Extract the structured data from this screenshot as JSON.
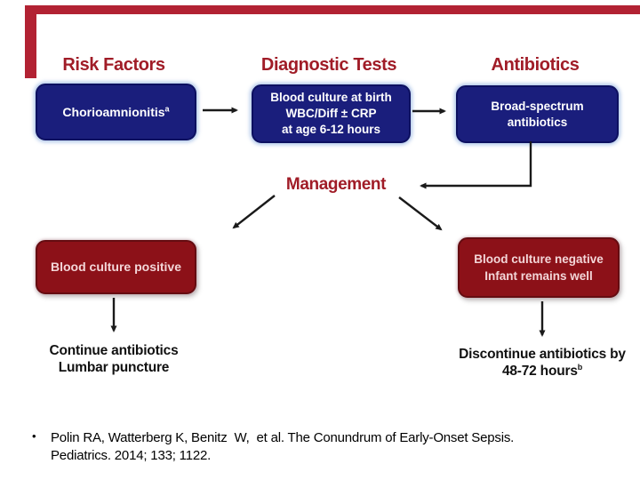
{
  "colors": {
    "accent_bar_red": "#b22233",
    "header_red": "#a01c27",
    "navy_box": "#1a1e7c",
    "maroon_box": "#8c1118",
    "arrow_black": "#1a1a1a"
  },
  "headers": {
    "risk_factors": "Risk Factors",
    "diagnostic_tests": "Diagnostic Tests",
    "antibiotics": "Antibiotics",
    "management": "Management"
  },
  "boxes": {
    "chorioamnionitis": {
      "text": "Chorioamnionitis",
      "sup": "a"
    },
    "blood_culture_birth": {
      "lines": [
        "Blood culture at birth",
        "WBC/Diff ± CRP",
        "at age 6-12 hours"
      ]
    },
    "broad_spectrum": {
      "lines": [
        "Broad-spectrum",
        "antibiotics"
      ]
    },
    "culture_positive": {
      "text": "Blood culture positive"
    },
    "culture_negative": {
      "lines": [
        "Blood culture negative",
        "Infant remains well"
      ]
    }
  },
  "outcomes": {
    "positive": {
      "lines": [
        "Continue antibiotics",
        "Lumbar puncture"
      ]
    },
    "negative": {
      "line1": "Discontinue antibiotics by",
      "line2": "48-72 hours",
      "sup": "b"
    }
  },
  "citation": {
    "bullet": "•",
    "line1": "Polin RA, Watterberg K, Benitz  W,  et al. The Conundrum of Early-Onset Sepsis.",
    "line2": "Pediatrics. 2014; 133; 1122."
  }
}
